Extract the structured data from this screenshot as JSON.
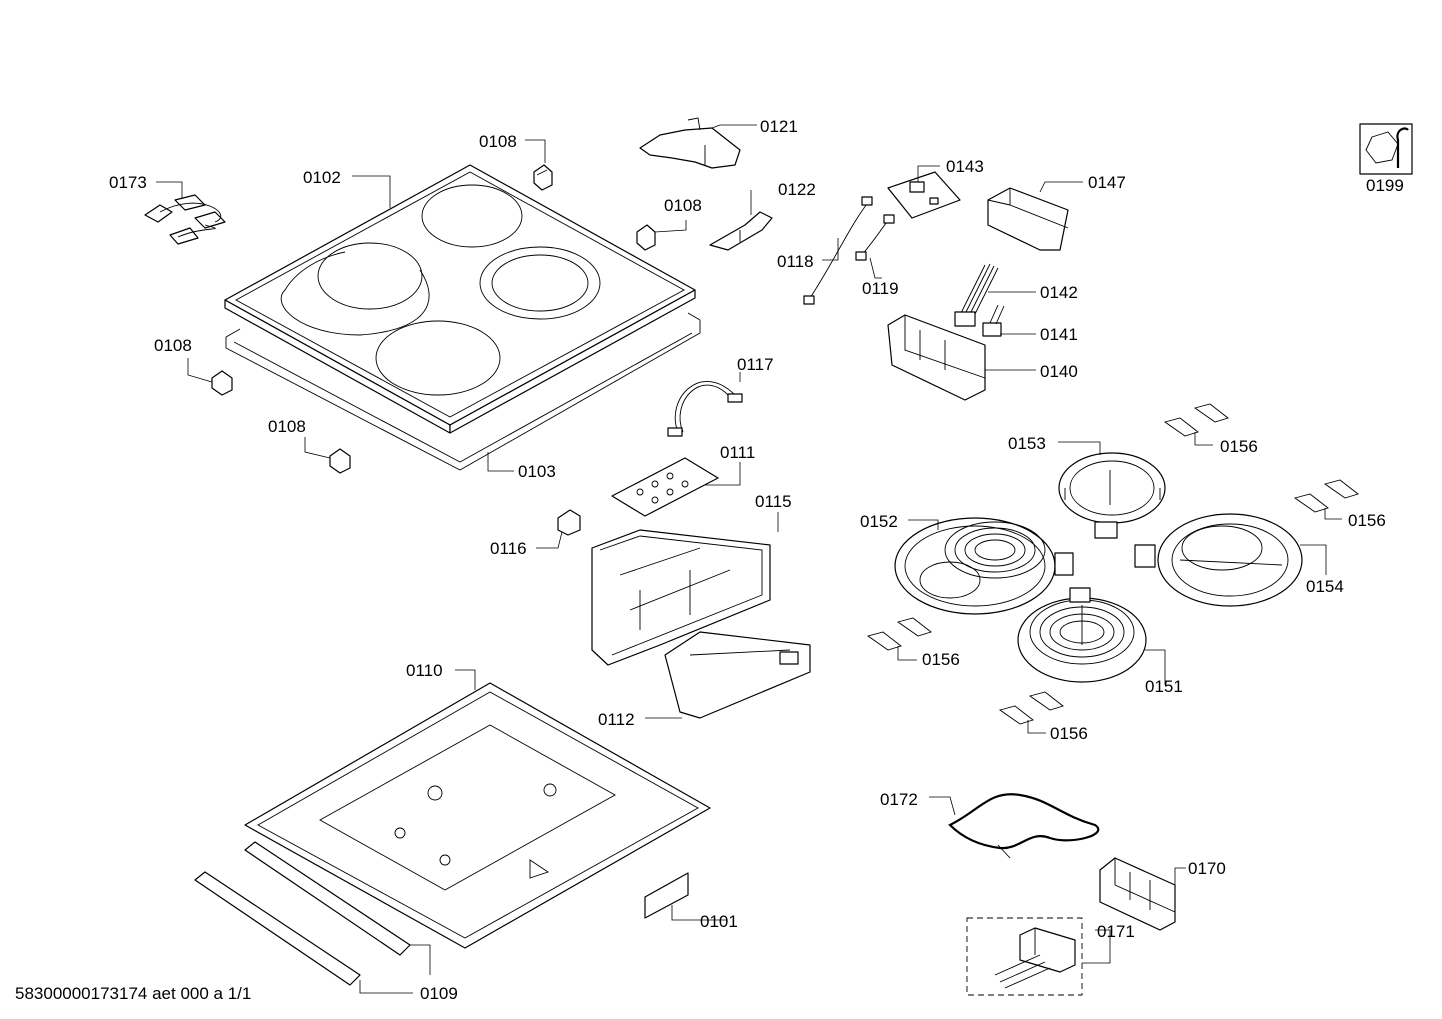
{
  "footer_text": "58300000173174 aet 000 a 1/1",
  "parts": {
    "p0101": "0101",
    "p0102": "0102",
    "p0103": "0103",
    "p0108a": "0108",
    "p0108b": "0108",
    "p0108c": "0108",
    "p0108d": "0108",
    "p0109": "0109",
    "p0110": "0110",
    "p0111": "0111",
    "p0112": "0112",
    "p0115": "0115",
    "p0116": "0116",
    "p0117": "0117",
    "p0118": "0118",
    "p0119": "0119",
    "p0121": "0121",
    "p0122": "0122",
    "p0140": "0140",
    "p0141": "0141",
    "p0142": "0142",
    "p0143": "0143",
    "p0147": "0147",
    "p0151": "0151",
    "p0152": "0152",
    "p0153": "0153",
    "p0154": "0154",
    "p0156a": "0156",
    "p0156b": "0156",
    "p0156c": "0156",
    "p0156d": "0156",
    "p0170": "0170",
    "p0171": "0171",
    "p0172": "0172",
    "p0173": "0173",
    "p0199": "0199"
  },
  "icons": {
    "service": "wrench-nut-icon"
  }
}
